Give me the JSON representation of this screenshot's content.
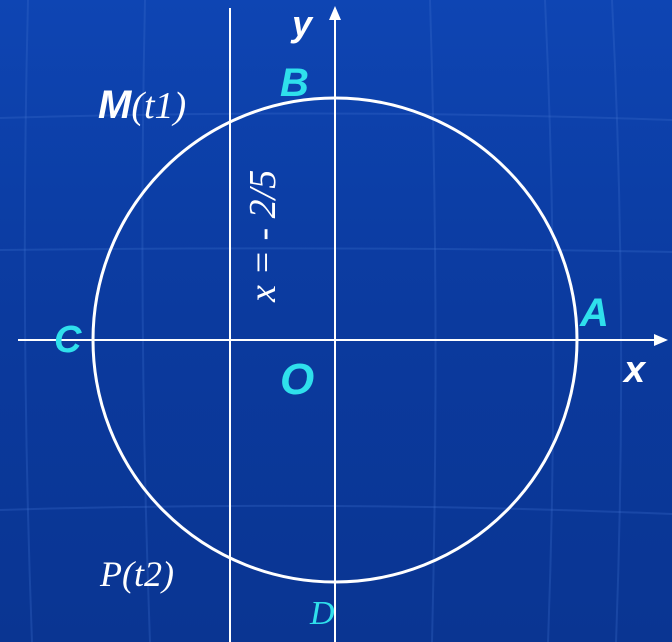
{
  "diagram": {
    "axes": {
      "x_label": "x",
      "y_label": "y",
      "origin_label": "O"
    },
    "points": {
      "A": "A",
      "B": "B",
      "C": "C",
      "D": "D",
      "M": "M",
      "M_param": "(t1)",
      "P": "P",
      "P_param": "(t2)"
    },
    "vertical_line_label": "x = - 2/5",
    "colors": {
      "background": "#0b3a9e",
      "lines": "#ffffff",
      "point_labels": "#2fe0ec",
      "text": "#ffffff"
    }
  }
}
